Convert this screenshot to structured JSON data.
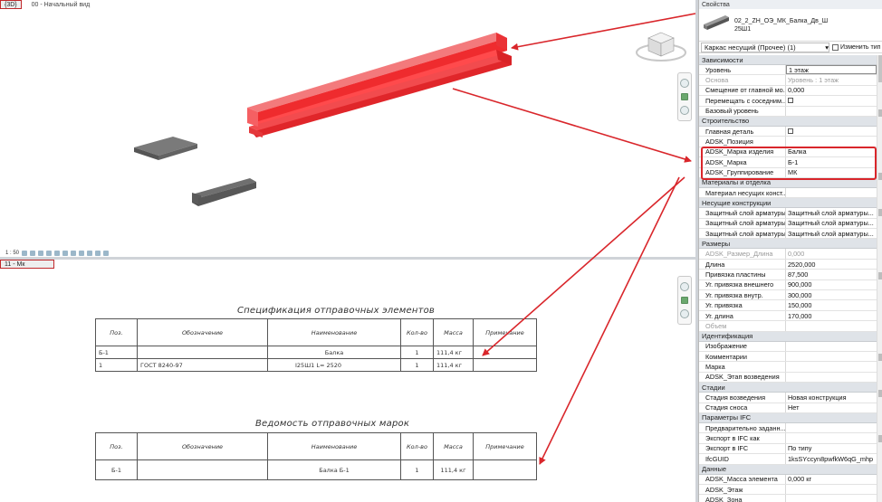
{
  "view_3d": {
    "tab_active": "{3D}",
    "tab_inactive": "00 - Начальный вид",
    "scale": "1 : 50"
  },
  "view_sheet": {
    "tab_active": "11 - Мк"
  },
  "schedule_1": {
    "title": "Спецификация отправочных элементов",
    "headers": [
      "Поз.",
      "Обозначение",
      "Наименование",
      "Кол-во",
      "Масса",
      "Примечание"
    ],
    "rows": [
      [
        "Б-1",
        "",
        "Балка",
        "1",
        "111,4 кг",
        ""
      ],
      [
        "1",
        "ГОСТ 8240-97",
        "Ⅰ25Ш1 L=     2520",
        "1",
        "111,4 кг",
        ""
      ]
    ]
  },
  "schedule_2": {
    "title": "Ведомость отправочных марок",
    "headers": [
      "Поз.",
      "Обозначение",
      "Наименование",
      "Кол-во",
      "Масса",
      "Примечание"
    ],
    "rows": [
      [
        "Б-1",
        "",
        "Балка  Б-1",
        "1",
        "111,4 кг",
        ""
      ]
    ]
  },
  "properties": {
    "header": "Свойства",
    "type_name_line1": "02_2_ZH_ОЭ_МК_Балка_Дв_Ш",
    "type_name_line2": "25Ш1",
    "instance_selector": "Каркас несущий (Прочее) (1)",
    "edit_type_label": "Изменить тип",
    "groups": [
      {
        "name": "Зависимости",
        "rows": [
          {
            "label": "Уровень",
            "value": "1 этаж",
            "boxed": true
          },
          {
            "label": "Основа",
            "value": "Уровень : 1 этаж",
            "dim": true
          },
          {
            "label": "Смещение от главной мо...",
            "value": "0,000"
          },
          {
            "label": "Перемещать с соседним...",
            "value": "",
            "checkbox": true
          },
          {
            "label": "Базовый уровень",
            "value": ""
          }
        ]
      },
      {
        "name": "Строительство",
        "rows": [
          {
            "label": "Главная деталь",
            "value": "",
            "checkbox": true
          },
          {
            "label": "ADSK_Позиция",
            "value": ""
          },
          {
            "label": "ADSK_Марка изделия",
            "value": "Балка"
          },
          {
            "label": "ADSK_Марка",
            "value": "Б-1"
          },
          {
            "label": "ADSK_Группирование",
            "value": "МК"
          }
        ]
      },
      {
        "name": "Материалы и отделка",
        "rows": [
          {
            "label": "Материал несущих конст...",
            "value": ""
          }
        ]
      },
      {
        "name": "Несущие конструкции",
        "rows": [
          {
            "label": "Защитный слой арматуры...",
            "value": "Защитный слой арматуры..."
          },
          {
            "label": "Защитный слой арматуры...",
            "value": "Защитный слой арматуры..."
          },
          {
            "label": "Защитный слой арматуры...",
            "value": "Защитный слой арматуры..."
          }
        ]
      },
      {
        "name": "Размеры",
        "rows": [
          {
            "label": "ADSK_Размер_Длина",
            "value": "0,000",
            "dim": true
          },
          {
            "label": "Длина",
            "value": "2520,000"
          },
          {
            "label": "Привязка пластины",
            "value": "87,500"
          },
          {
            "label": "Уг. привязка внешнего",
            "value": "900,000"
          },
          {
            "label": "Уг. привязка внутр.",
            "value": "300,000"
          },
          {
            "label": "Уг. привязка",
            "value": "150,000"
          },
          {
            "label": "Уг. длина",
            "value": "170,000"
          },
          {
            "label": "Объем",
            "value": "",
            "dim": true
          }
        ]
      },
      {
        "name": "Идентификация",
        "rows": [
          {
            "label": "Изображение",
            "value": ""
          },
          {
            "label": "Комментарии",
            "value": ""
          },
          {
            "label": "Марка",
            "value": ""
          },
          {
            "label": "ADSK_Этап возведения",
            "value": ""
          }
        ]
      },
      {
        "name": "Стадии",
        "rows": [
          {
            "label": "Стадия возведения",
            "value": "Новая конструкция"
          },
          {
            "label": "Стадия сноса",
            "value": "Нет"
          }
        ]
      },
      {
        "name": "Параметры IFC",
        "rows": [
          {
            "label": "Предварительно заданн...",
            "value": ""
          },
          {
            "label": "Экспорт в IFC как",
            "value": ""
          },
          {
            "label": "Экспорт в IFC",
            "value": "По типу"
          },
          {
            "label": "IfcGUID",
            "value": "1ksSYccyn8pwfkW6qG_mhp"
          }
        ]
      },
      {
        "name": "Данные",
        "rows": [
          {
            "label": "ADSK_Масса элемента",
            "value": "0,000 кг"
          },
          {
            "label": "ADSK_Этаж",
            "value": ""
          },
          {
            "label": "ADSK_Зона",
            "value": ""
          }
        ]
      }
    ]
  },
  "colors": {
    "beam_highlight": "#ef2b2e",
    "annotation_red": "#d9262b",
    "plate_gray": "#707070"
  }
}
